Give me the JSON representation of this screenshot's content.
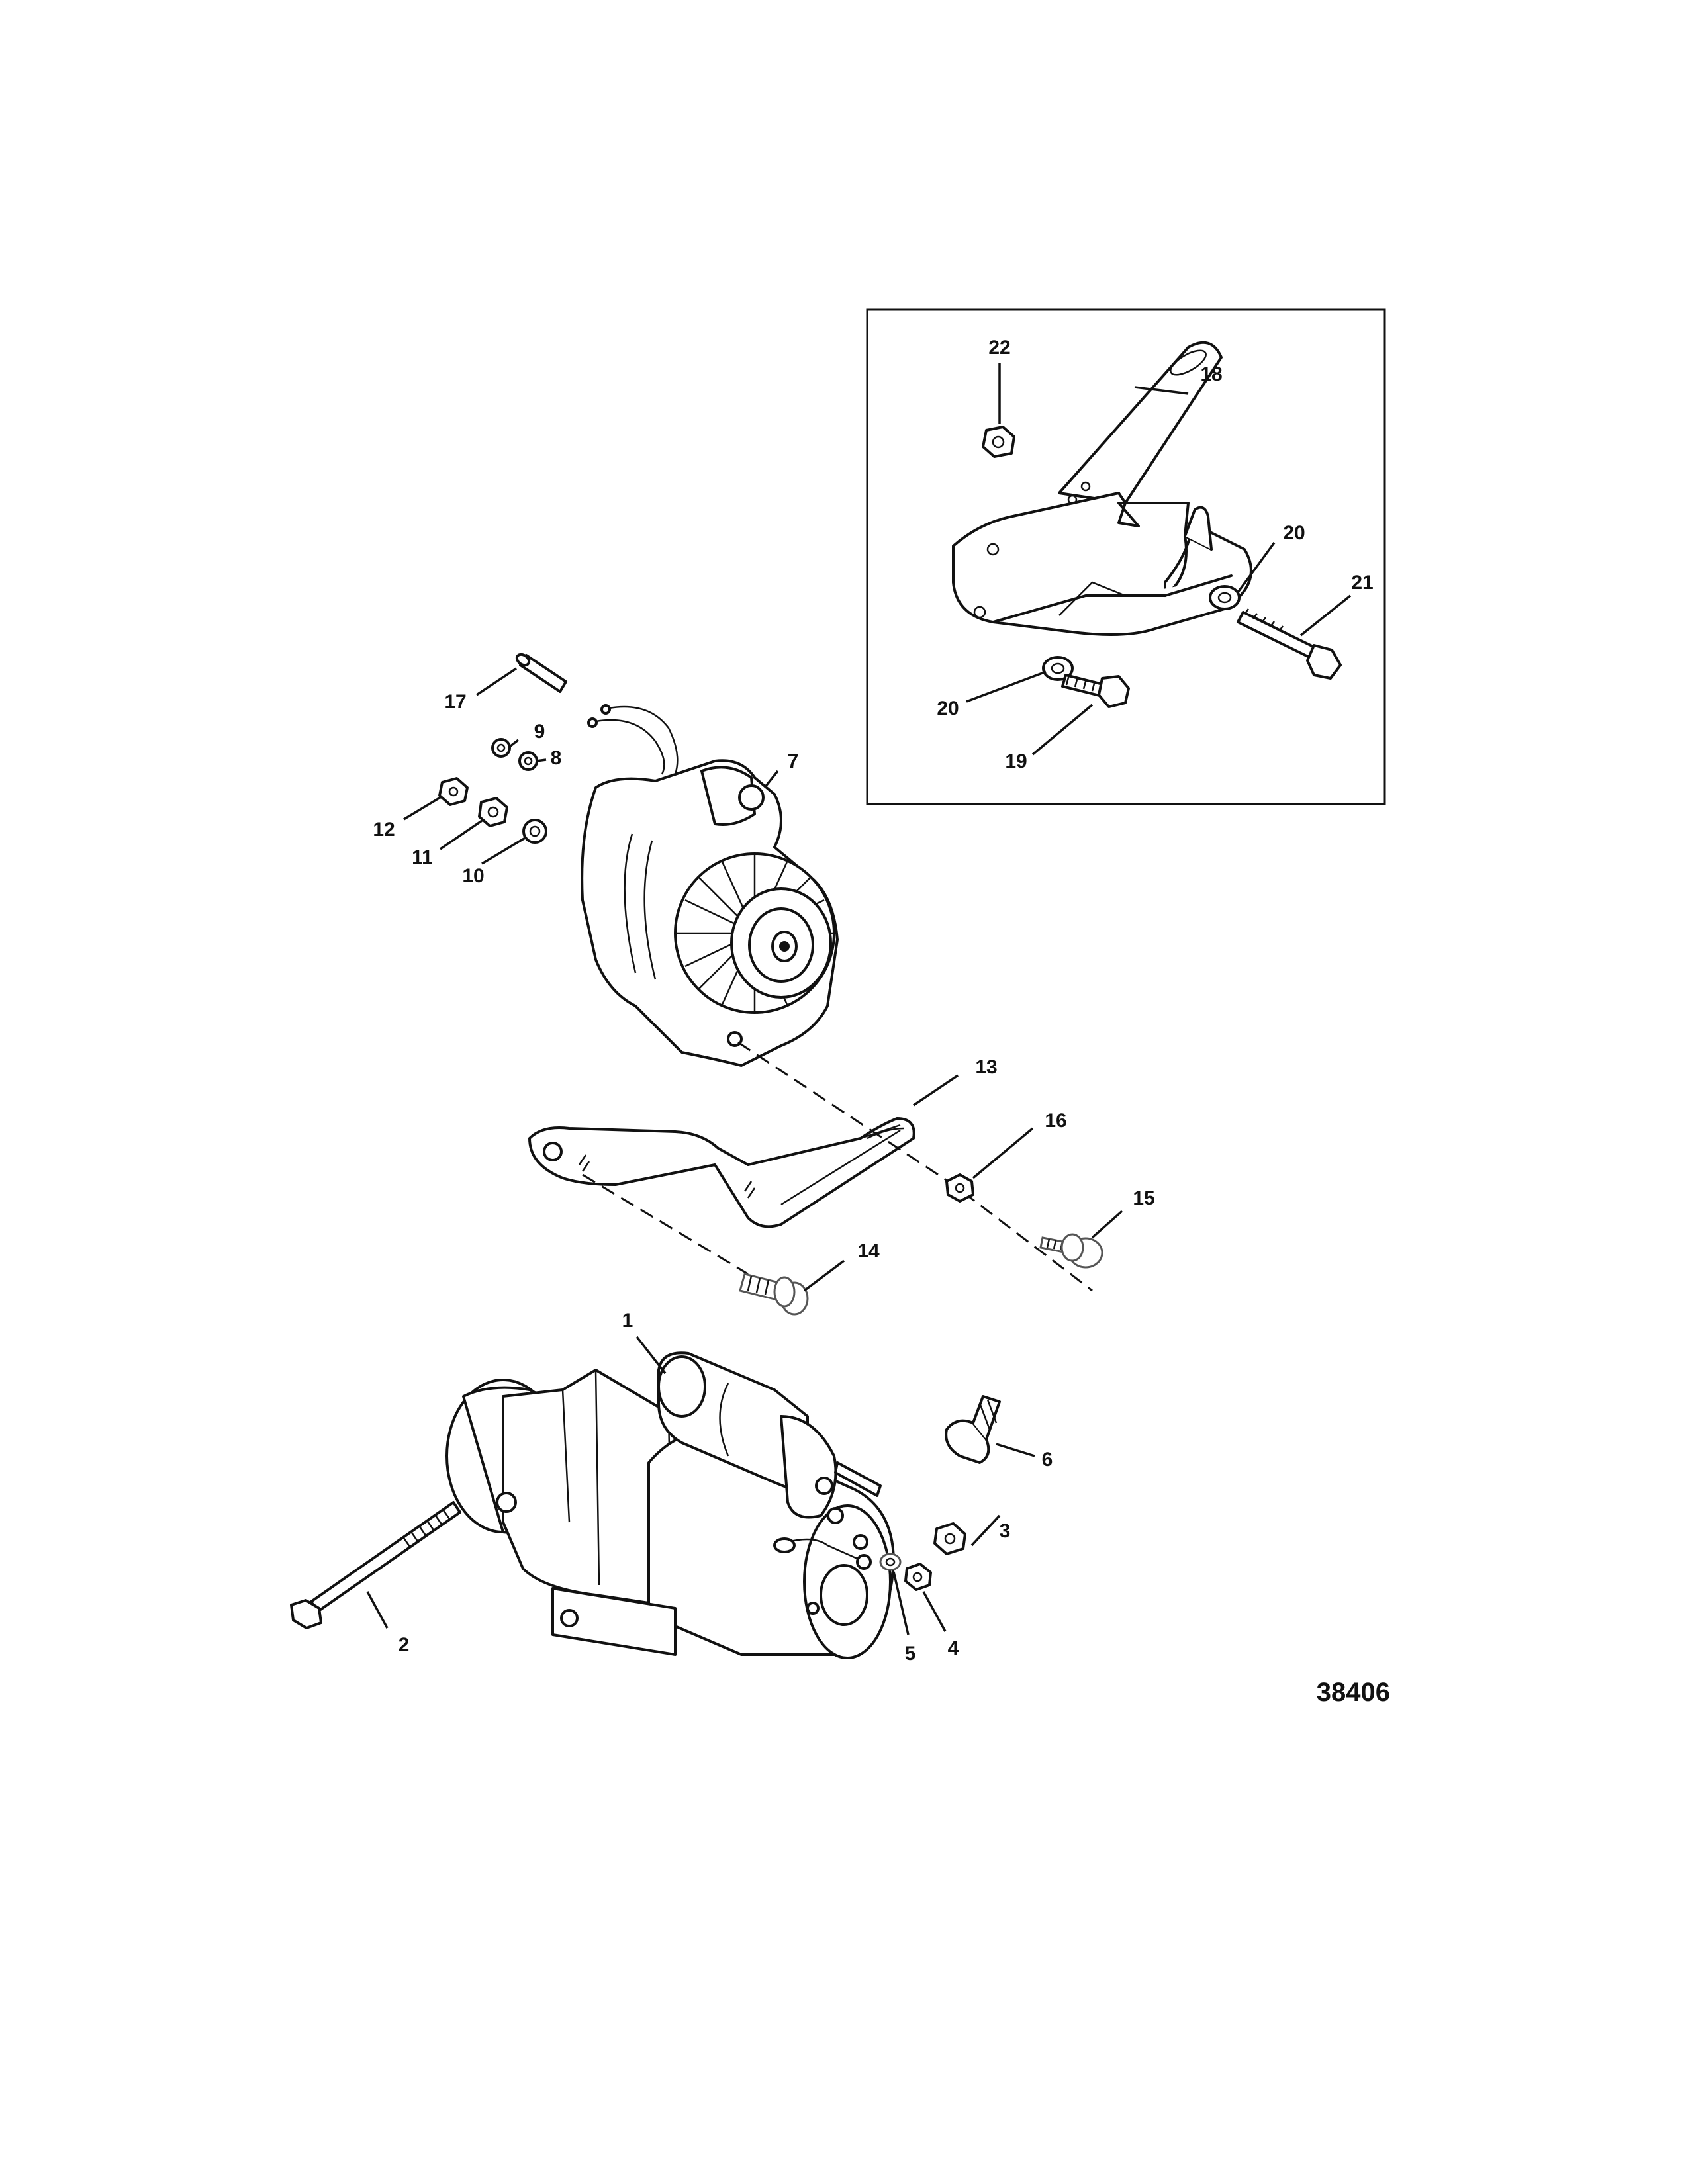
{
  "figure_number": "38406",
  "callouts": [
    {
      "id": "c1",
      "text": "1"
    },
    {
      "id": "c2",
      "text": "2"
    },
    {
      "id": "c3",
      "text": "3"
    },
    {
      "id": "c4",
      "text": "4"
    },
    {
      "id": "c5",
      "text": "5"
    },
    {
      "id": "c6",
      "text": "6"
    },
    {
      "id": "c7",
      "text": "7"
    },
    {
      "id": "c8",
      "text": "8"
    },
    {
      "id": "c9",
      "text": "9"
    },
    {
      "id": "c10",
      "text": "10"
    },
    {
      "id": "c11",
      "text": "11"
    },
    {
      "id": "c12",
      "text": "12"
    },
    {
      "id": "c13",
      "text": "13"
    },
    {
      "id": "c14",
      "text": "14"
    },
    {
      "id": "c15",
      "text": "15"
    },
    {
      "id": "c16",
      "text": "16"
    },
    {
      "id": "c17",
      "text": "17"
    },
    {
      "id": "c18",
      "text": "18"
    },
    {
      "id": "c19",
      "text": "19"
    },
    {
      "id": "c20a",
      "text": "20"
    },
    {
      "id": "c20b",
      "text": "20"
    },
    {
      "id": "c21",
      "text": "21"
    },
    {
      "id": "c22",
      "text": "22"
    }
  ]
}
